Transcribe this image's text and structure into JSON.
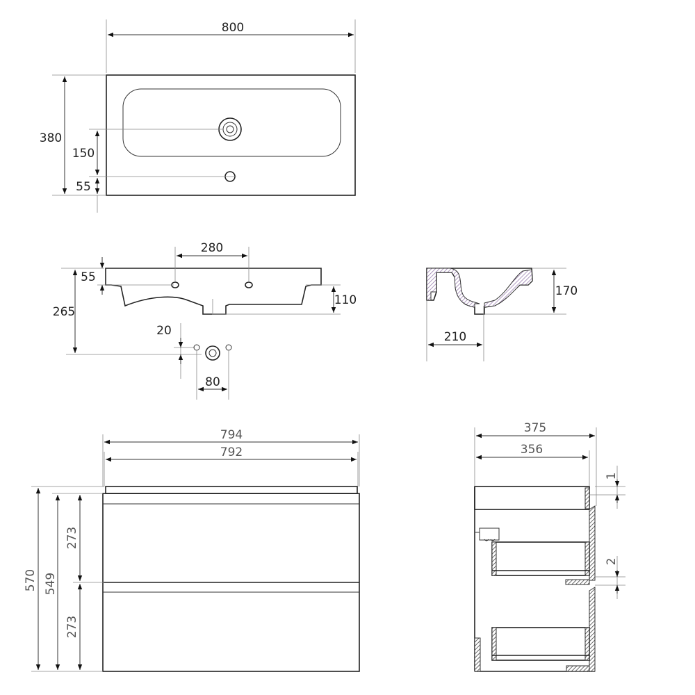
{
  "top_view": {
    "width": "800",
    "depth": "380",
    "drain_offset": "150",
    "tap_offset": "55"
  },
  "front_view": {
    "hole_spacing": "280",
    "rim_height": "55",
    "total_height": "265",
    "bowl_height": "110",
    "pipe_offset": "20",
    "pipe_spacing": "80"
  },
  "side_section": {
    "height": "170",
    "drain_depth": "210"
  },
  "cabinet_front": {
    "width_outer": "794",
    "width_inner": "792",
    "height_total": "570",
    "height_body": "549",
    "drawer_top": "273",
    "drawer_bottom": "273"
  },
  "cabinet_side": {
    "depth_outer": "375",
    "depth_inner": "356",
    "gap_top": "1",
    "gap_mid": "2"
  },
  "colors": {
    "line": "#222222",
    "dim": "#888888",
    "hatch_section": "#9a7fb0"
  }
}
